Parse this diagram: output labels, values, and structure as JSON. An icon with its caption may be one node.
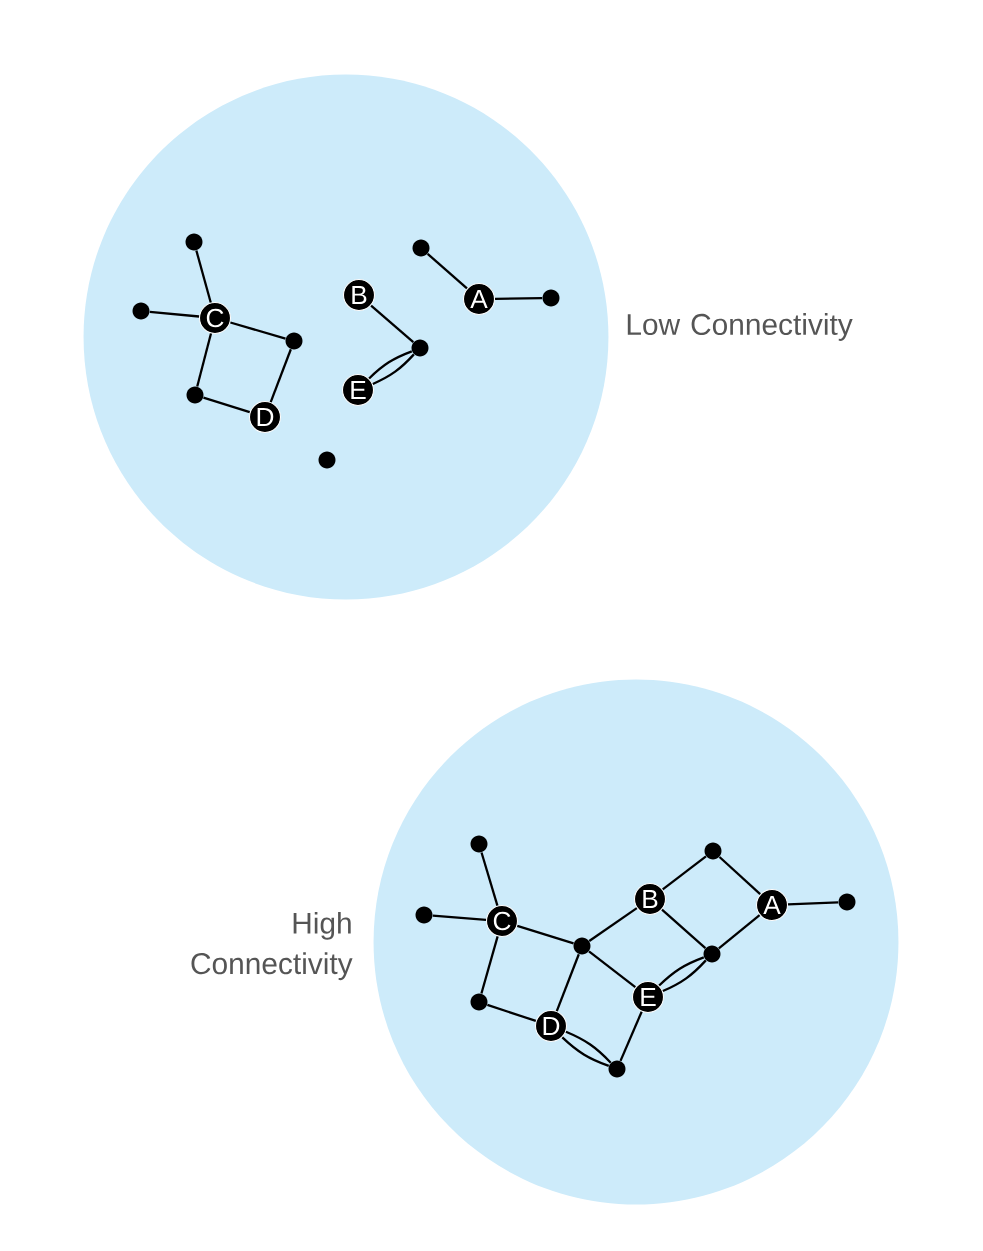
{
  "diagram": {
    "nodes": [
      {
        "text": [],
        "shape": "circle",
        "beside": [
          "Low Connectivity"
        ]
      },
      {
        "text": [],
        "shape": "circle",
        "in": 0
      },
      {
        "text": [],
        "shape": "circle",
        "in": 0
      },
      {
        "text": [
          "B"
        ],
        "in": 0
      },
      {
        "text": [
          "A"
        ],
        "in": 0
      },
      {
        "text": [],
        "shape": "circle",
        "in": 0
      },
      {
        "text": [],
        "shape": "circle",
        "in": 0
      },
      {
        "text": [
          "C"
        ],
        "in": 0
      },
      {
        "text": [],
        "shape": "circle",
        "in": 0
      },
      {
        "text": [],
        "shape": "circle",
        "in": 0
      },
      {
        "text": [
          "E"
        ],
        "in": 0
      },
      {
        "text": [],
        "shape": "circle",
        "in": 0
      },
      {
        "text": [
          "D"
        ],
        "in": 0
      },
      {
        "text": [],
        "shape": "circle",
        "in": 0
      },
      {
        "text": [],
        "shape": "circle",
        "beside": [
          "High Connectivity"
        ]
      },
      {
        "text": [],
        "shape": "circle",
        "in": 14
      },
      {
        "text": [],
        "shape": "circle",
        "in": 14
      },
      {
        "text": [
          "B"
        ],
        "in": 14
      },
      {
        "text": [
          "A"
        ],
        "in": 14
      },
      {
        "text": [],
        "shape": "circle",
        "in": 14
      },
      {
        "text": [],
        "shape": "circle",
        "in": 14
      },
      {
        "text": [
          "C"
        ],
        "in": 14
      },
      {
        "text": [],
        "shape": "circle",
        "in": 14
      },
      {
        "text": [],
        "shape": "circle",
        "in": 14
      },
      {
        "text": [
          "E"
        ],
        "in": 14
      },
      {
        "text": [],
        "shape": "circle",
        "in": 14
      },
      {
        "text": [
          "D"
        ],
        "in": 14
      },
      {
        "text": [],
        "shape": "circle",
        "in": 14
      }
    ],
    "edges": [
      {
        "from": 7,
        "to": 1,
        "arrow": "none"
      },
      {
        "from": 7,
        "to": 6,
        "arrow": "none"
      },
      {
        "from": 7,
        "to": 8,
        "arrow": "none"
      },
      {
        "from": 7,
        "to": 11,
        "arrow": "none"
      },
      {
        "from": 11,
        "to": 12,
        "arrow": "none"
      },
      {
        "from": 12,
        "to": 8,
        "arrow": "none"
      },
      {
        "from": 3,
        "to": 9,
        "arrow": "none"
      },
      {
        "from": 10,
        "to": 9,
        "arrow": "none"
      },
      {
        "from": 10,
        "to": 9,
        "arrow": "none"
      },
      {
        "from": 2,
        "to": 4,
        "arrow": "none"
      },
      {
        "from": 4,
        "to": 5,
        "arrow": "none"
      },
      {
        "from": 21,
        "to": 15,
        "arrow": "none"
      },
      {
        "from": 21,
        "to": 20,
        "arrow": "none"
      },
      {
        "from": 21,
        "to": 22,
        "arrow": "none"
      },
      {
        "from": 21,
        "to": 25,
        "arrow": "none"
      },
      {
        "from": 25,
        "to": 26,
        "arrow": "none"
      },
      {
        "from": 26,
        "to": 22,
        "arrow": "none"
      },
      {
        "from": 22,
        "to": 17,
        "arrow": "none"
      },
      {
        "from": 22,
        "to": 24,
        "arrow": "none"
      },
      {
        "from": 17,
        "to": 16,
        "arrow": "none"
      },
      {
        "from": 16,
        "to": 18,
        "arrow": "none"
      },
      {
        "from": 18,
        "to": 19,
        "arrow": "none"
      },
      {
        "from": 17,
        "to": 23,
        "arrow": "none"
      },
      {
        "from": 18,
        "to": 23,
        "arrow": "none"
      },
      {
        "from": 24,
        "to": 23,
        "arrow": "none"
      },
      {
        "from": 24,
        "to": 23,
        "arrow": "none"
      },
      {
        "from": 24,
        "to": 27,
        "arrow": "none"
      },
      {
        "from": 26,
        "to": 27,
        "arrow": "none"
      },
      {
        "from": 26,
        "to": 27,
        "arrow": "none"
      }
    ]
  }
}
